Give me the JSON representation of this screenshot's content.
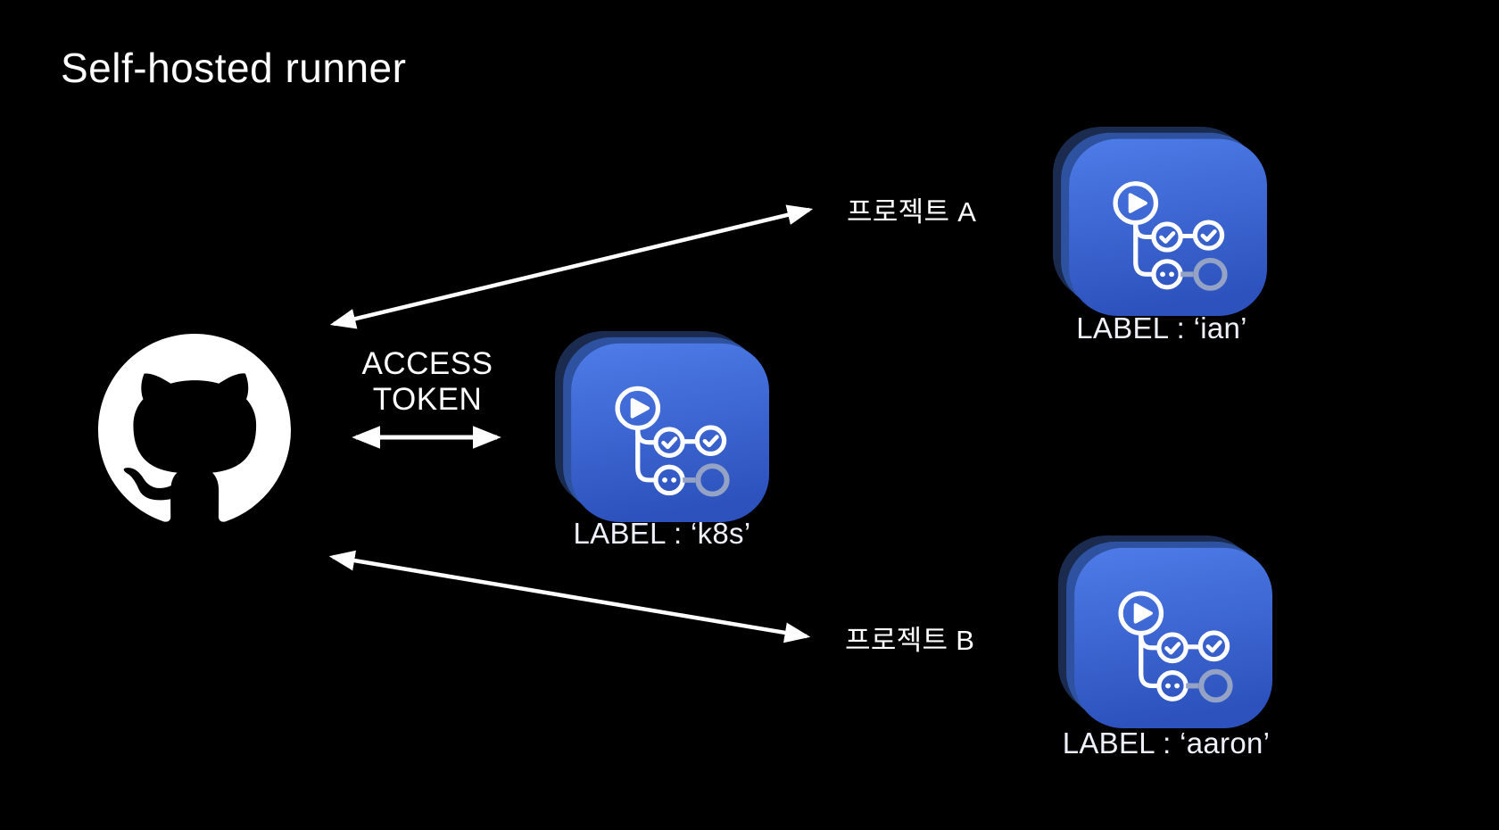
{
  "title": "Self-hosted runner",
  "access_token": {
    "line1": "ACCESS",
    "line2": "TOKEN"
  },
  "projects": [
    {
      "name": "프로젝트 A"
    },
    {
      "name": "프로젝트 B"
    }
  ],
  "runners": [
    {
      "id": "k8s",
      "label": "LABEL : ‘k8s’",
      "icon": "github-actions-icon"
    },
    {
      "id": "ian",
      "label": "LABEL : ‘ian’",
      "icon": "github-actions-icon"
    },
    {
      "id": "aaron",
      "label": "LABEL : ‘aaron’",
      "icon": "github-actions-icon"
    }
  ],
  "github": {
    "icon": "github-octocat-icon"
  },
  "edges": [
    {
      "from": "github",
      "to": "프로젝트 A",
      "style": "double-headed-arrow"
    },
    {
      "from": "github",
      "to": "프로젝트 B",
      "style": "double-headed-arrow"
    },
    {
      "from": "github",
      "to": "k8s runner",
      "style": "double-headed-arrow",
      "label": "ACCESS TOKEN"
    }
  ],
  "colors": {
    "background": "#000000",
    "text": "#ffffff",
    "label_text": "#eef0fa",
    "icon_blue_top": "#4e7ce8",
    "icon_blue_bottom": "#2d52bd",
    "icon_layer_mid": "#2e529f",
    "icon_layer_dark": "#1a2b4f",
    "glyph_gray": "#94a2c6"
  }
}
